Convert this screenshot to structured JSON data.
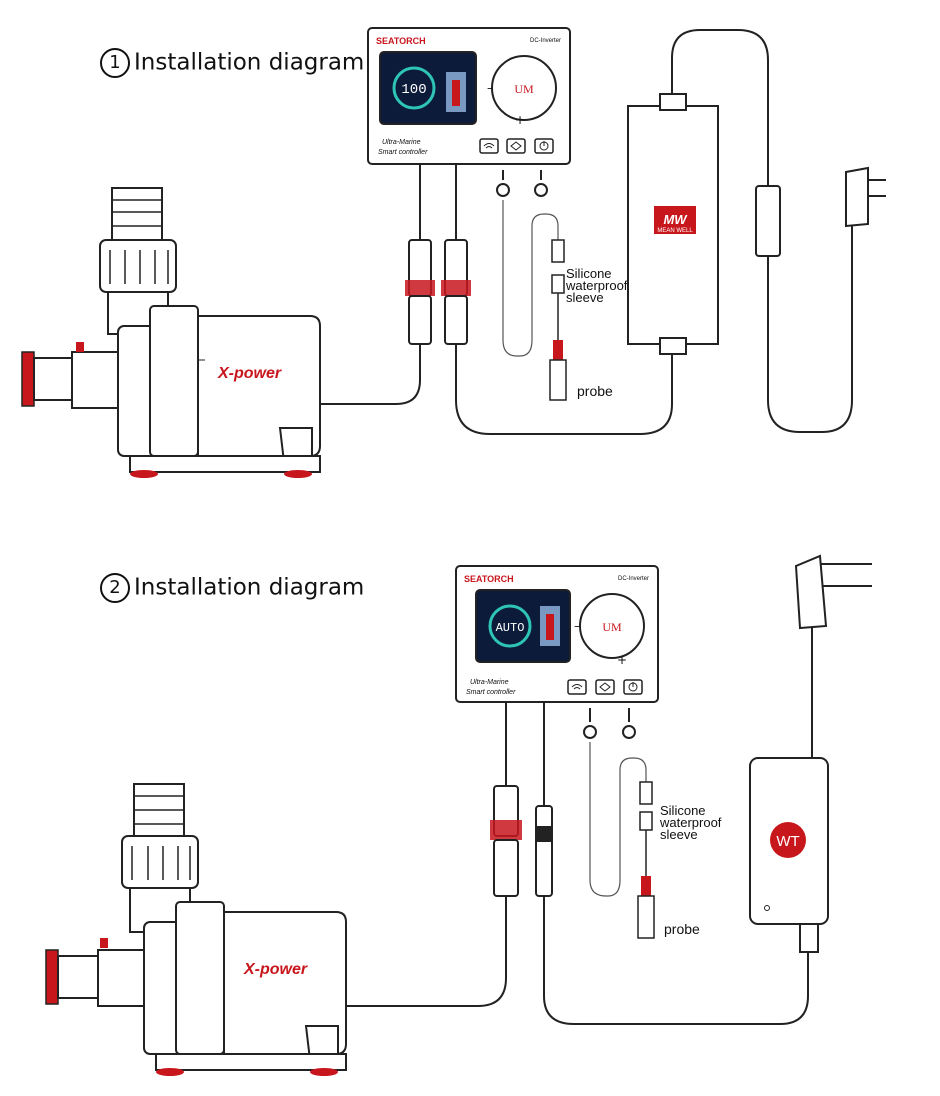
{
  "diagrams": [
    {
      "number": "1",
      "title": "Installation diagram",
      "controller": {
        "brand": "SEATORCH",
        "model": "DC-Inverter",
        "screen_value": "100",
        "knob_label": "UM",
        "caption_line1": "Ultra-Marine",
        "caption_line2": "Smart controller"
      },
      "pump_label": "X-power",
      "power_supply_label": "MW",
      "power_supply_sub": "MEAN WELL",
      "sleeve_label_line1": "Silicone",
      "sleeve_label_line2": "waterproof",
      "sleeve_label_line3": "sleeve",
      "probe_label": "probe"
    },
    {
      "number": "2",
      "title": "Installation diagram",
      "controller": {
        "brand": "SEATORCH",
        "model": "DC-Inverter",
        "screen_value": "AUTO",
        "knob_label": "UM",
        "caption_line1": "Ultra-Marine",
        "caption_line2": "Smart controller"
      },
      "pump_label": "X-power",
      "power_supply_label": "WT",
      "sleeve_label_line1": "Silicone",
      "sleeve_label_line2": "waterproof",
      "sleeve_label_line3": "sleeve",
      "probe_label": "probe"
    }
  ],
  "colors": {
    "accent_red": "#c8161d",
    "screen_bg": "#0d1b3a",
    "line": "#222222"
  }
}
